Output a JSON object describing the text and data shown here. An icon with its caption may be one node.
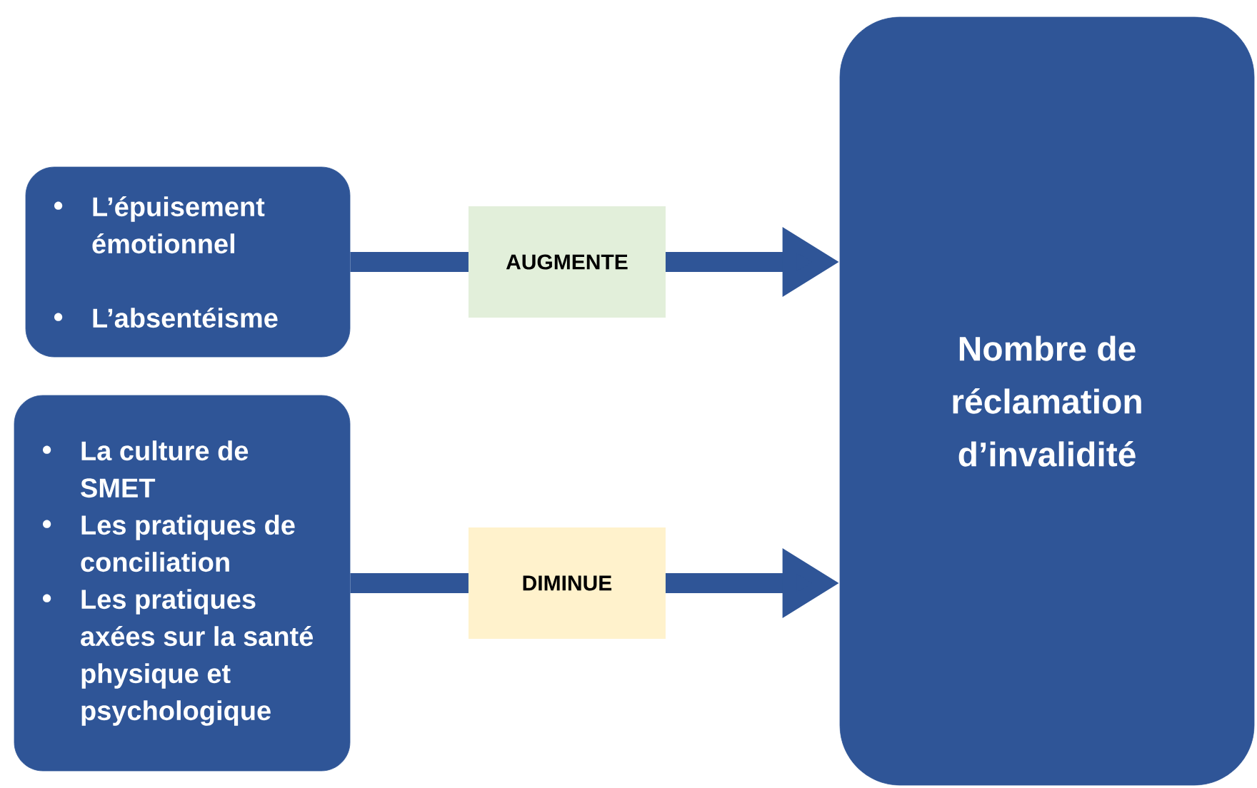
{
  "diagram": {
    "nodes": [
      {
        "text": [
          "L’épuisement émotionnel",
          "L’absentéisme"
        ]
      },
      {
        "text": [
          "La culture de SMET",
          "Les pratiques de conciliation",
          "Les pratiques axées sur la santé physique et psychologique"
        ]
      },
      {
        "text": [
          "Nombre de réclamation d’invalidité"
        ]
      }
    ],
    "edges": [
      {
        "from": 0,
        "to": 2,
        "arrow": "to",
        "label": "AUGMENTE"
      },
      {
        "from": 1,
        "to": 2,
        "arrow": "to",
        "label": "DIMINUE"
      }
    ]
  }
}
